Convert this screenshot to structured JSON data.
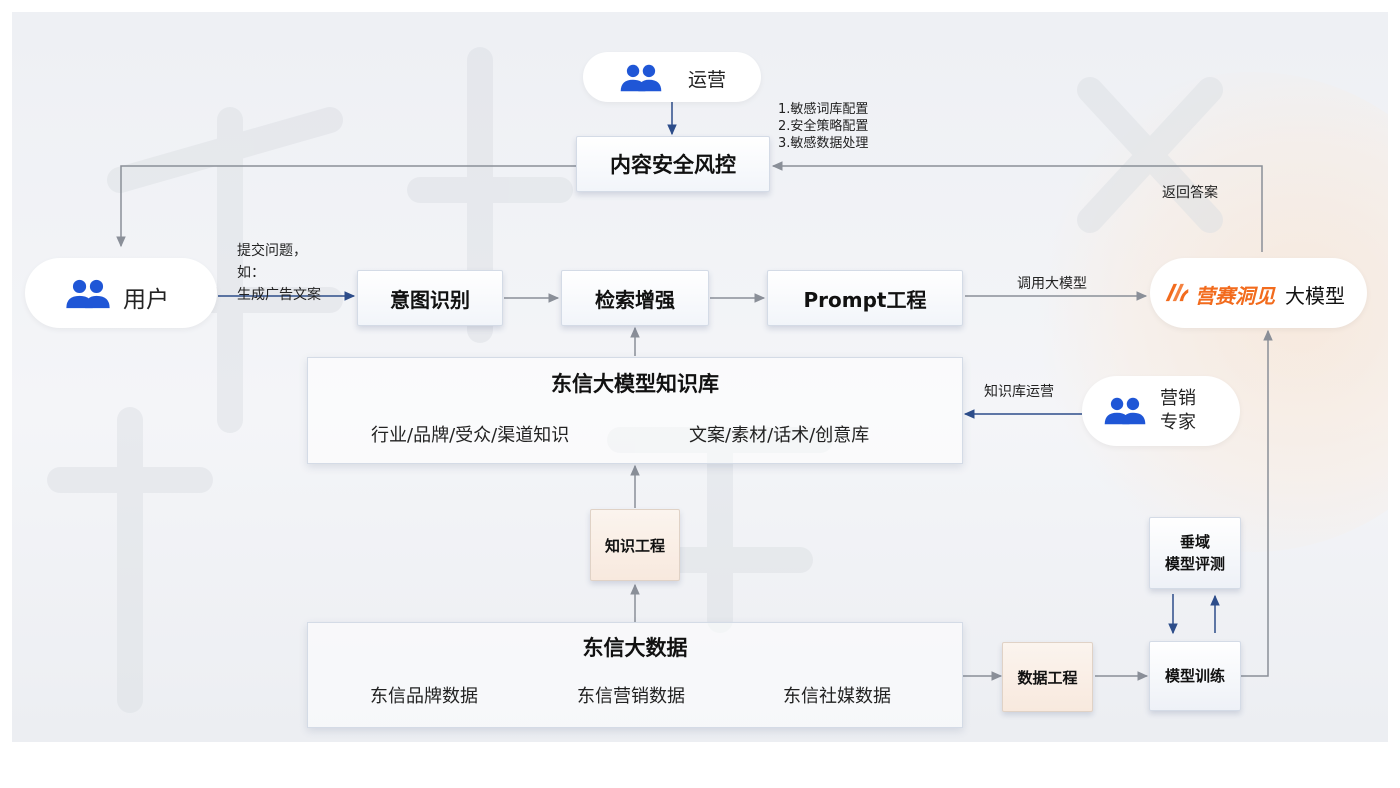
{
  "operations": {
    "label": "运营"
  },
  "risk_control": {
    "title": "内容安全风控",
    "config_items": [
      "1.敏感词库配置",
      "2.安全策略配置",
      "3.敏感数据处理"
    ]
  },
  "user": {
    "label": "用户"
  },
  "submit_note": [
    "提交问题，",
    "如：",
    "生成广告文案"
  ],
  "pipeline": {
    "intent": "意图识别",
    "retrieval": "检索增强",
    "prompt": "Prompt工程"
  },
  "call_model_label": "调用大模型",
  "return_answer_label": "返回答案",
  "llm": {
    "name": "营赛洞见",
    "suffix": "大模型",
    "brand_color": "#f26b1d"
  },
  "knowledge_base": {
    "title": "东信大模型知识库",
    "items": [
      "行业/品牌/受众/渠道知识",
      "文案/素材/话术/创意库"
    ]
  },
  "kb_ops_label": "知识库运营",
  "expert": {
    "line1": "营销",
    "line2": "专家"
  },
  "knowledge_engineering": "知识工程",
  "big_data": {
    "title": "东信大数据",
    "items": [
      "东信品牌数据",
      "东信营销数据",
      "东信社媒数据"
    ]
  },
  "data_engineering": "数据工程",
  "model_training": "模型训练",
  "vertical_eval": {
    "line1": "垂域",
    "line2": "模型评测"
  },
  "colors": {
    "person_icon": "#1f56d6",
    "arrow_blue": "#2d4d8a",
    "arrow_gray": "#8a8f98"
  }
}
